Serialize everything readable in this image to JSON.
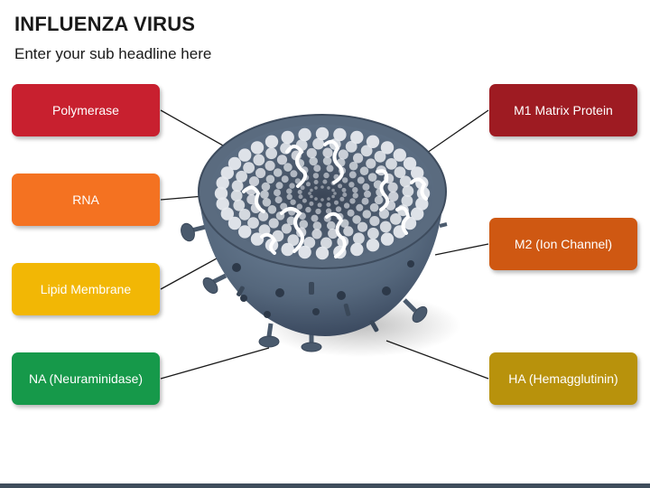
{
  "header": {
    "title": "INFLUENZA VIRUS",
    "subtitle": "Enter your sub headline here"
  },
  "labels": {
    "polymerase": {
      "text": "Polymerase",
      "color": "#c8202f"
    },
    "rna": {
      "text": "RNA",
      "color": "#f47221"
    },
    "lipid_membrane": {
      "text": "Lipid Membrane",
      "color": "#f2b705"
    },
    "na": {
      "text": "NA (Neuraminidase)",
      "color": "#16994a"
    },
    "m1": {
      "text": "M1 Matrix Protein",
      "color": "#9e1b22"
    },
    "m2": {
      "text": "M2 (Ion Channel)",
      "color": "#cf5812"
    },
    "ha": {
      "text": "HA (Hemagglutinin)",
      "color": "#b8920c"
    }
  },
  "virus": {
    "shell_color": "#4e5f73",
    "shell_dark": "#3b4a5c",
    "particle_color": "#e6e9ee",
    "rna_color": "#ffffff"
  }
}
